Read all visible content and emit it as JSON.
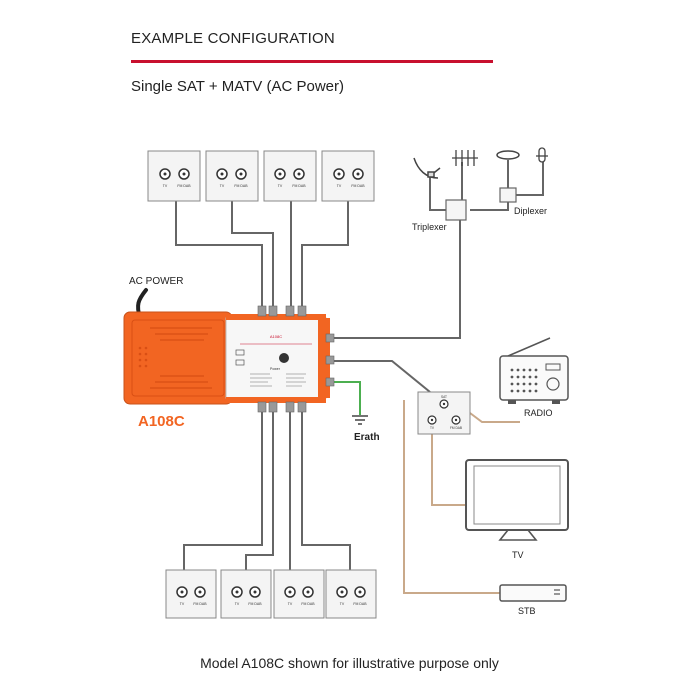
{
  "header": {
    "title": "EXAMPLE CONFIGURATION",
    "subtitle": "Single SAT + MATV (AC Power)"
  },
  "labels": {
    "ac_power": "AC POWER",
    "model": "A108C",
    "erath": "Erath",
    "triplexer": "Triplexer",
    "diplexer": "Diplexer",
    "radio": "RADIO",
    "tv": "TV",
    "stb": "STB"
  },
  "outlet_ports": {
    "tv": "TV",
    "fm_dab": "FM DAB",
    "sat": "SAT"
  },
  "device_face": {
    "model": "A108C",
    "power": "Power"
  },
  "footer": {
    "note": "Model A108C shown for illustrative purpose only"
  },
  "colors": {
    "accent_red": "#c8102e",
    "amp_orange": "#f26522",
    "amp_orange_dark": "#d94f14",
    "cable_grey": "#555555",
    "cable_tan": "#c9a98a",
    "earth_green": "#4caf50"
  }
}
